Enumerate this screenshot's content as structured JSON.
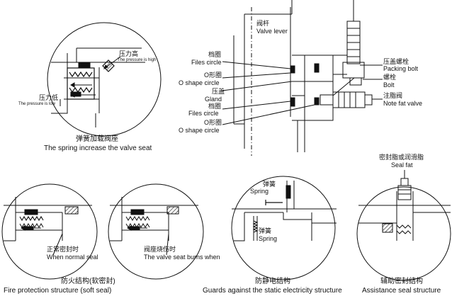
{
  "top_left": {
    "pressure_high_cn": "压力高",
    "pressure_high_en": "The pressure is high",
    "pressure_low_cn": "压力低",
    "pressure_low_en": "The pressure is low",
    "caption_cn": "弹簧加载阀座",
    "caption_en": "The spring increase the valve seat"
  },
  "top_right": {
    "valve_lever_cn": "阀杆",
    "valve_lever_en": "Valve lever",
    "files_circle_1_cn": "档圈",
    "files_circle_1_en": "Files circle",
    "o_shape_1_cn": "O形圈",
    "o_shape_1_en": "O shape circle",
    "gland_cn": "压盖",
    "gland_en": "Gland",
    "files_circle_2_cn": "档圈",
    "files_circle_2_en": "Files circle",
    "o_shape_2_cn": "O形圈",
    "o_shape_2_en": "O shape circle",
    "packing_bolt_cn": "压盖螺栓",
    "packing_bolt_en": "Packing bolt",
    "bolt_cn": "螺栓",
    "bolt_en": "Bolt",
    "note_fat_valve_cn": "注脂阀",
    "note_fat_valve_en": "Note fat valve"
  },
  "bottom_1": {
    "label_cn": "正常密封时",
    "label_en": "When normal seal"
  },
  "bottom_2": {
    "label_cn": "阀座烧伤时",
    "label_en": "The valve seat burns when"
  },
  "bottom_pair_caption_cn": "防火结构(软密封)",
  "bottom_pair_caption_en": "Fire protection structure (soft seal)",
  "bottom_3": {
    "spring_top_cn": "弹簧",
    "spring_top_en": "Spring",
    "spring_bottom_cn": "弹簧",
    "spring_bottom_en": "Spring",
    "caption_cn": "防静电结构",
    "caption_en": "Guards against the static electricity structure"
  },
  "bottom_4": {
    "seal_fat_cn": "密封脂或润滑脂",
    "seal_fat_en": "Seal fat",
    "caption_cn": "辅助密封结构",
    "caption_en": "Assistance seal structure"
  }
}
